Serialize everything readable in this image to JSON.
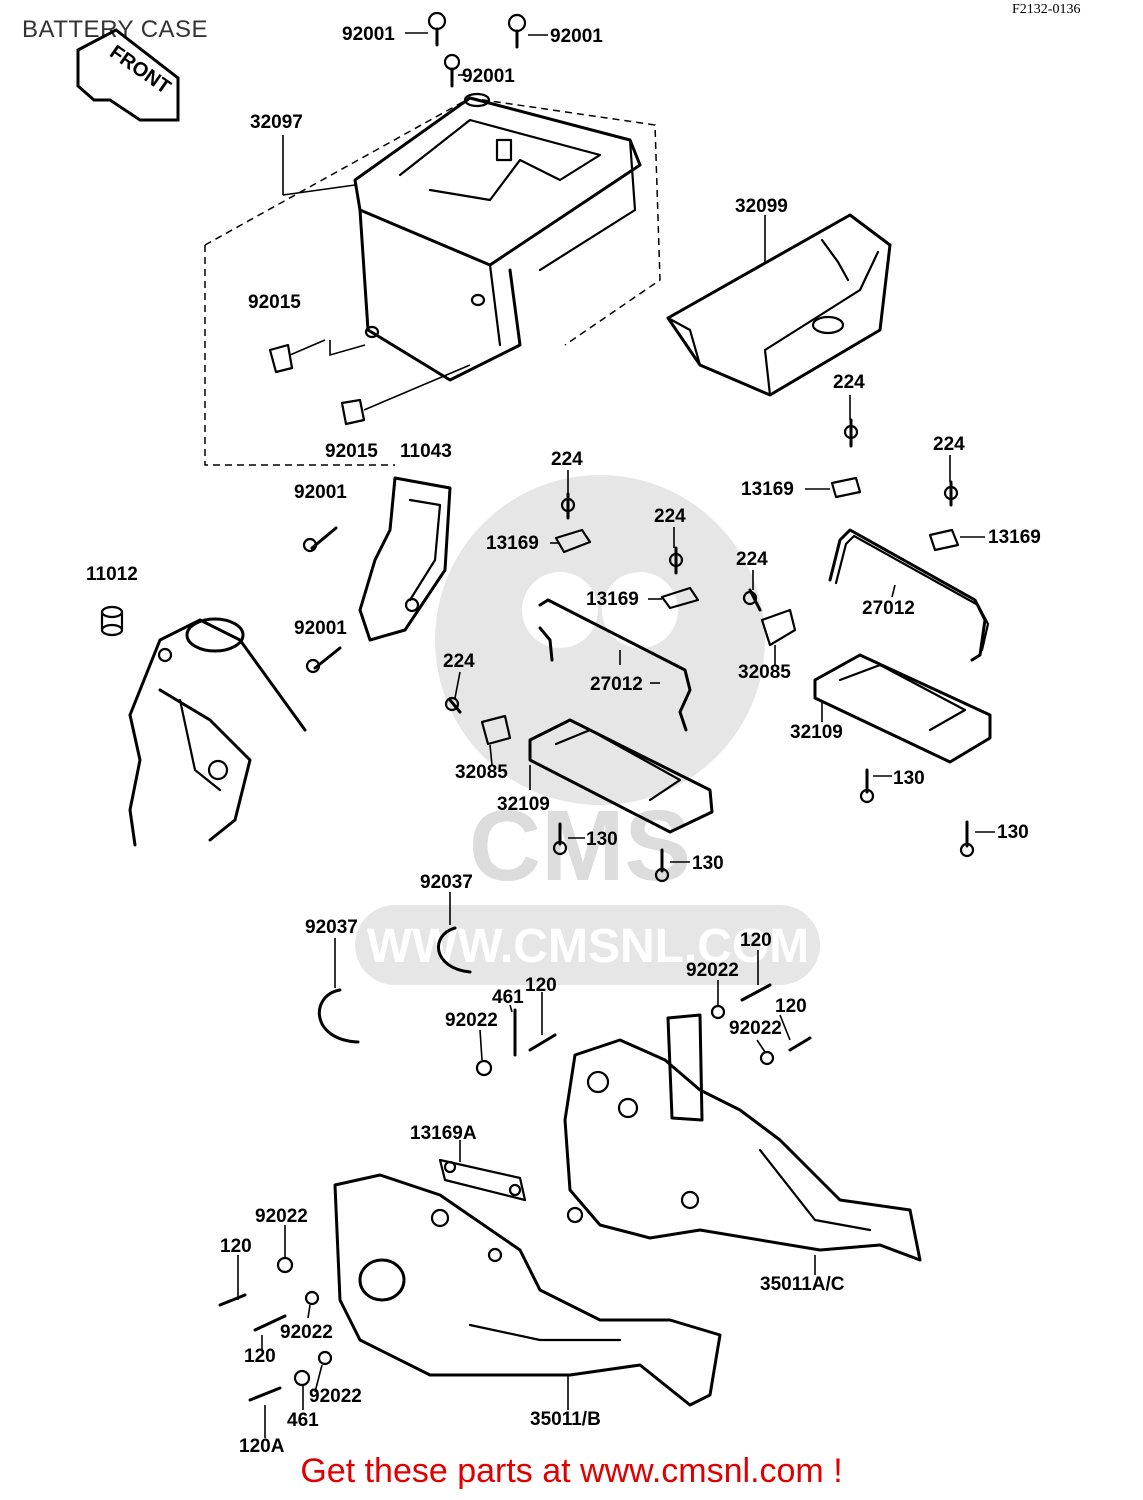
{
  "header": {
    "title": "BATTERY CASE",
    "ref_code": "F2132-0136"
  },
  "front_arrow": {
    "text": "FRONT"
  },
  "watermark": {
    "text": "WWW.CMSNL.COM",
    "logo_text": "CMS"
  },
  "footer": {
    "text": "Get these parts at www.cmsnl.com !",
    "color": "#e00000"
  },
  "labels": {
    "l_92001_a": "92001",
    "l_92001_b": "92001",
    "l_92001_c": "92001",
    "l_32097": "32097",
    "l_32099": "32099",
    "l_92015_a": "92015",
    "l_92015_b": "92015",
    "l_11043": "11043",
    "l_224_a": "224",
    "l_224_b": "224",
    "l_224_c": "224",
    "l_224_d": "224",
    "l_224_e": "224",
    "l_224_f": "224",
    "l_13169_a": "13169",
    "l_13169_b": "13169",
    "l_13169_c": "13169",
    "l_13169_d": "13169",
    "l_92001_d": "92001",
    "l_92001_e": "92001",
    "l_11012": "11012",
    "l_27012_a": "27012",
    "l_27012_b": "27012",
    "l_32085_a": "32085",
    "l_32085_b": "32085",
    "l_32109_a": "32109",
    "l_32109_b": "32109",
    "l_130_a": "130",
    "l_130_b": "130",
    "l_130_c": "130",
    "l_130_d": "130",
    "l_92037_a": "92037",
    "l_92037_b": "92037",
    "l_120_a": "120",
    "l_92022_a": "92022",
    "l_120_b": "120",
    "l_92022_b": "92022",
    "l_461_a": "461",
    "l_120_c": "120",
    "l_92022_c": "92022",
    "l_13169A": "13169A",
    "l_35011AC": "35011A/C",
    "l_92022_d": "92022",
    "l_120_d": "120",
    "l_92022_e": "92022",
    "l_120_e": "120",
    "l_92022_f": "92022",
    "l_461_b": "461",
    "l_120A": "120A",
    "l_35011B": "35011/B"
  }
}
